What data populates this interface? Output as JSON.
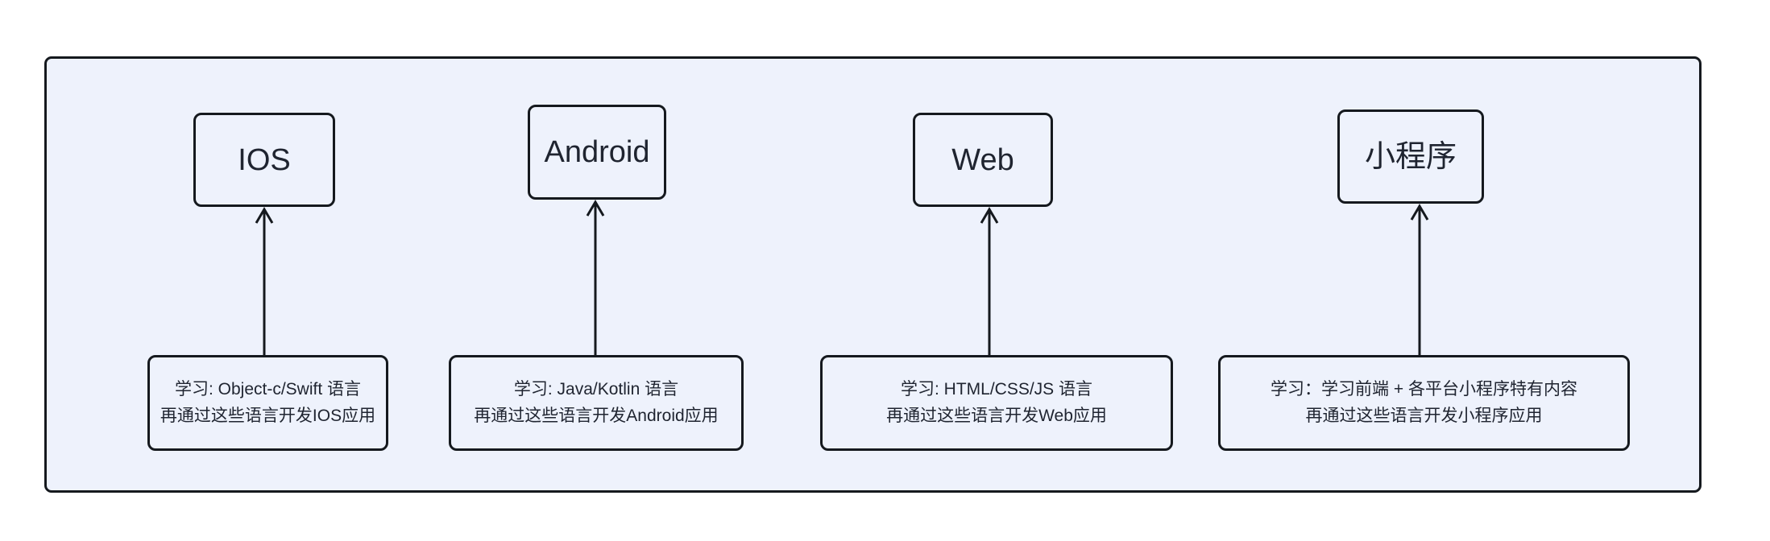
{
  "diagram": {
    "background_color": "#ffffff",
    "panel_fill": "#eef2fc",
    "stroke_color": "#15191e",
    "platforms": [
      {
        "id": "ios",
        "label": "IOS",
        "detail_line_1": "学习: Object-c/Swift 语言",
        "detail_line_2": "再通过这些语言开发IOS应用"
      },
      {
        "id": "android",
        "label": "Android",
        "detail_line_1": "学习: Java/Kotlin 语言",
        "detail_line_2": "再通过这些语言开发Android应用"
      },
      {
        "id": "web",
        "label": "Web",
        "detail_line_1": "学习: HTML/CSS/JS 语言",
        "detail_line_2": "再通过这些语言开发Web应用"
      },
      {
        "id": "miniprogram",
        "label": "小程序",
        "detail_line_1": "学习：学习前端 + 各平台小程序特有内容",
        "detail_line_2": "再通过这些语言开发小程序应用"
      }
    ]
  }
}
